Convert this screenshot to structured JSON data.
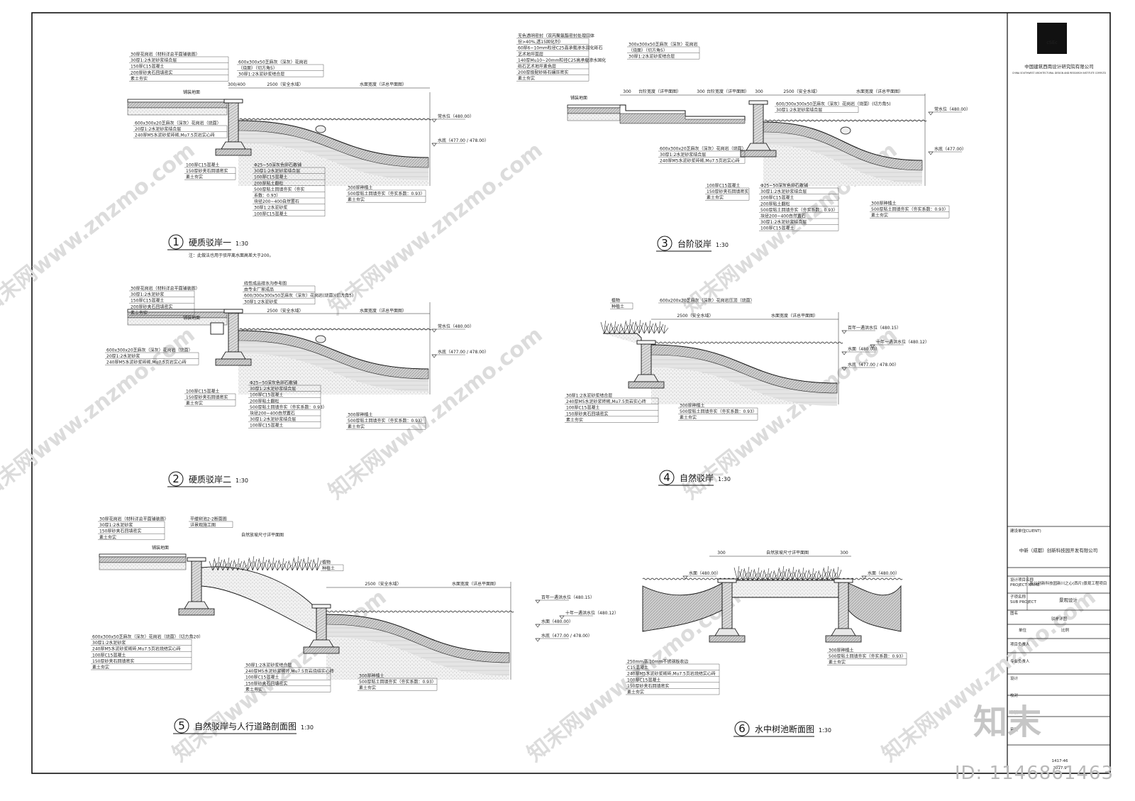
{
  "titleblock": {
    "company_cn": "中国建筑西南设计研究院有限公司",
    "company_en": "CHINA SOUTHWEST ARCHITECTURAL DESIGN AND RESEARCH INSTITUTE CORP.LTD",
    "client_label": "建设单位",
    "client_label_en": "(CLIENT)",
    "client": "中新（成都）创新科技园开发有限公司",
    "project_label": "设计项目名称",
    "project_label_en": "PROJECT NAME",
    "project": "新川创新科技园新川之心(西片)景观工程项目",
    "subproject_label": "子项名称",
    "subproject_label_en": "SUB PROJECT",
    "subproject": "景观设计",
    "drawing_label": "图名",
    "drawing_name": "驳岸详图",
    "unit_label": "单位",
    "scale_label": "比例",
    "roles": [
      "项目负责人",
      "专业负责人",
      "设计",
      "校对",
      "审核",
      "审定"
    ],
    "drawing_no": "1417-46",
    "date": "2017.9"
  },
  "brand": {
    "watermark": "知末网www.znzmo.com",
    "logo": "知末",
    "id_text": "ID: 1146861463"
  },
  "sections": [
    {
      "num": "1",
      "title": "硬质驳岸一",
      "scale": "1:30",
      "note": "注：此做法也用于驳岸离水面高差大于200。",
      "labels": {
        "top_left": [
          "30厚花岗岩（材料详总平面铺装图）",
          "30厚1:2水泥砂浆结合层",
          "150厚C15混凝土",
          "200厚砂夹石回填密实",
          "素土夯实"
        ],
        "top_mid": [
          "600x300x50芝麻灰（深灰）花岗岩",
          "（烧面）（切方角5）",
          "30厚1:2水泥砂浆结合层"
        ],
        "left_wall": [
          "600x300x20芝麻灰（深灰）花岗岩（烧面）",
          "20厚1:2水泥砂浆结合层",
          "240厚M5水泥砂浆砖砌,Mu7.5页岩实心砖"
        ],
        "bottom_base": [
          "100厚C15混凝土",
          "150厚砂夹石回填密实",
          "素土夯实"
        ],
        "bottom_mid": [
          "Φ25~50深灰色卵石散铺",
          "30厚1:2水泥砂浆结合层",
          "100厚C15混凝土",
          "200厚粘土翻松",
          "500厚粘土回填夯实（夯实",
          "系数：0.93）",
          "块径200~400自然置石",
          "30厚1:2水泥砂浆",
          "100厚C15混凝土"
        ],
        "bottom_right": [
          "300厚种植土",
          "500厚粘土回填夯实（夯实系数：0.93）",
          "素土夯实"
        ],
        "dims": [
          "300/400",
          "2500（安全水域）",
          "水面宽度（详总平面图）"
        ],
        "levels": [
          "常水位（480.00）",
          "水底（477.00 / 478.00）"
        ],
        "paving": "铺装地面"
      }
    },
    {
      "num": "2",
      "title": "硬质驳岸二",
      "scale": "1:30",
      "labels": {
        "top_left": [
          "30厚花岗岩（材料详总平面铺装图）",
          "30厚1:2水泥砂浆",
          "150厚C15混凝土",
          "200厚砂夹石回填密实",
          "素土夯实"
        ],
        "top_mid": [
          "线性成品排水沟参考图",
          "由专业厂家成品",
          "600/300x300x50芝麻灰（深灰）花岗岩(烧面)(切方角5)",
          "30厚1:2水泥砂浆"
        ],
        "left_wall": [
          "600x300x20芝麻灰（深灰）花岗岩（烧面）",
          "20厚1:2水泥砂浆",
          "240厚M5水泥砂浆砖砌,Mu7.5页岩实心砖"
        ],
        "bottom_base": [
          "100厚C15混凝土",
          "150厚砂夹石回填密实",
          "素土夯实"
        ],
        "bottom_mid": [
          "Φ25~50深灰色卵石散铺",
          "30厚1:2水泥砂浆结合层",
          "100厚C15混凝土",
          "200厚粘土翻松",
          "500厚粘土回填夯实（夯实系数：0.93）",
          "块径200~400自然置石",
          "30厚1:2水泥砂浆结合层",
          "100厚C15混凝土"
        ],
        "bottom_right": [
          "300厚种植土",
          "500厚粘土回填夯实（夯实系数：0.93）",
          "素土夯实"
        ],
        "dims": [
          "2500（安全水域）",
          "水面宽度（详总平面图）"
        ],
        "levels": [
          "常水位（480.00）",
          "水底（477.00 / 478.00）"
        ],
        "paving": "铺装地面"
      }
    },
    {
      "num": "3",
      "title": "台阶驳岸",
      "scale": "1:30",
      "labels": {
        "top_left": [
          "无色透明密封（双丙聚氨酯密封处理固体",
          "份>40%,透15固化剂）",
          "60厚6~10mm粒径C25高承载渗水固化砾石",
          "艺术地坪面层",
          "140厚Mu10~20mm粒径C25高承载渗水固化",
          "砾石艺术地坪素色层",
          "200厚级配砂砾石碾压密实",
          "素土夯实"
        ],
        "top_mid": [
          "300x300x50芝麻灰（深灰）花岗岩",
          "（烧面）（切方角5）",
          "30厚1:2水泥砂浆结合层"
        ],
        "mid": [
          "600/300x300x50芝麻灰（深灰）花岗岩（烧面）(切方角5)",
          "30厚1:2水泥砂浆结合层"
        ],
        "left_wall": [
          "600x300x20芝麻灰（深灰）花岗岩（烧面）",
          "30厚1:2水泥砂浆结合层",
          "240厚M5水泥砂浆砖砌,Mu7.5页岩实心砖"
        ],
        "bottom_base": [
          "100厚C15混凝土",
          "150厚砂夹石回填密实",
          "素土夯实"
        ],
        "bottom_mid": [
          "Φ25~50深灰色卵石散铺",
          "30厚1:2水泥砂浆结合层",
          "100厚C15混凝土",
          "200厚粘土翻松",
          "500厚粘土回填夯实（夯实系数：0.93）",
          "块径200~400自然置石",
          "30厚1:2水泥砂浆结合层",
          "100厚C15混凝土"
        ],
        "bottom_right": [
          "300厚种植土",
          "500厚粘土回填夯实（夯实系数：0.93）",
          "素土夯实"
        ],
        "dims": [
          "300",
          "台阶宽度（详平面图）",
          "300",
          "台阶宽度（详平面图）",
          "300",
          "2500（安全水域）",
          "水面宽度（详总平面图）"
        ],
        "levels": [
          "常水位（480.00）",
          "水底（477.00）"
        ],
        "paving": "铺装地面"
      }
    },
    {
      "num": "4",
      "title": "自然驳岸",
      "scale": "1:30",
      "labels": {
        "top_left": [
          "植物",
          "种植土"
        ],
        "top_mid": [
          "600x200x20芝麻灰（深灰）花岗岩压顶（烧面）"
        ],
        "left_wall": [
          "30厚1:2水泥砂浆结合层",
          "240厚M5水泥砂浆砖砌,Mu7.5页岩实心砖",
          "100厚C15混凝土",
          "150厚砂夹石回填密实",
          "素土夯实"
        ],
        "bottom_right": [
          "300厚种植土",
          "500厚粘土回填夯实（夯实系数：0.93）",
          "素土夯实"
        ],
        "dims": [
          "2500（安全水域）",
          "水面宽度（详总平面图）"
        ],
        "levels": [
          "百年一遇洪水位（480.15）",
          "十年一遇洪水位（480.12）",
          "水面（480.00）",
          "水底（477.00 / 478.00）"
        ]
      }
    },
    {
      "num": "5",
      "title": "自然驳岸与人行道路剖面图",
      "scale": "1:30",
      "labels": {
        "top_left": [
          "30厚花岗岩（材料详总平面铺装图）",
          "30厚1:2水泥砂浆",
          "150厚砂夹石回填密实",
          "素土夯实"
        ],
        "top_mid": [
          "平缓树池2-2断面图",
          "详景观施工图",
          "自然放坡尺寸详平面图"
        ],
        "plants": [
          "植物",
          "种植土"
        ],
        "left_wall": [
          "600x300x50芝麻灰（深灰）花岗岩（烧面）（切方角20）",
          "30厚1:2水泥砂浆",
          "240厚M5水泥砂浆砌砖,Mu7.5页岩烧结实心砖",
          "100厚C15混凝土",
          "150厚砂夹石回填密实",
          "素土夯实"
        ],
        "bottom_mid": [
          "30厚1:2水泥砂浆结合层",
          "240厚M5水泥砂浆砌砖,Mu7.5页岩烧结实心砖",
          "100厚C15混凝土",
          "150厚砂夹石回填密实",
          "素土夯实"
        ],
        "bottom_right": [
          "300厚种植土",
          "500厚粘土回填夯实（夯实系数：0.93）",
          "素土夯实"
        ],
        "dims": [
          "2500（安全水域）",
          "水面宽度（详总平面图）"
        ],
        "levels": [
          "百年一遇洪水位（480.15）",
          "十年一遇洪水位（480.12）",
          "水面（480.00）",
          "水底（477.00 / 478.00）"
        ],
        "paving": "铺装地面"
      }
    },
    {
      "num": "6",
      "title": "水中树池断面图",
      "scale": "1:30",
      "labels": {
        "top_mid": [
          "自然放坡尺寸详平面图"
        ],
        "left_wall": [
          "250mm高,10mm不锈钢板收边",
          "C15混凝土",
          "240厚M5水泥砂浆砌砖,Mu7.5页岩烧结实心砖",
          "100厚C15混凝土",
          "150厚砂夹石回填密实",
          "素土夯实"
        ],
        "bottom_right": [
          "300厚种植土",
          "500厚粘土回填夯实（夯实系数：0.93）",
          "素土夯实"
        ],
        "dims": [
          "300",
          "300"
        ],
        "levels": [
          "水面（480.00）",
          "水面（480.00）"
        ]
      }
    }
  ]
}
